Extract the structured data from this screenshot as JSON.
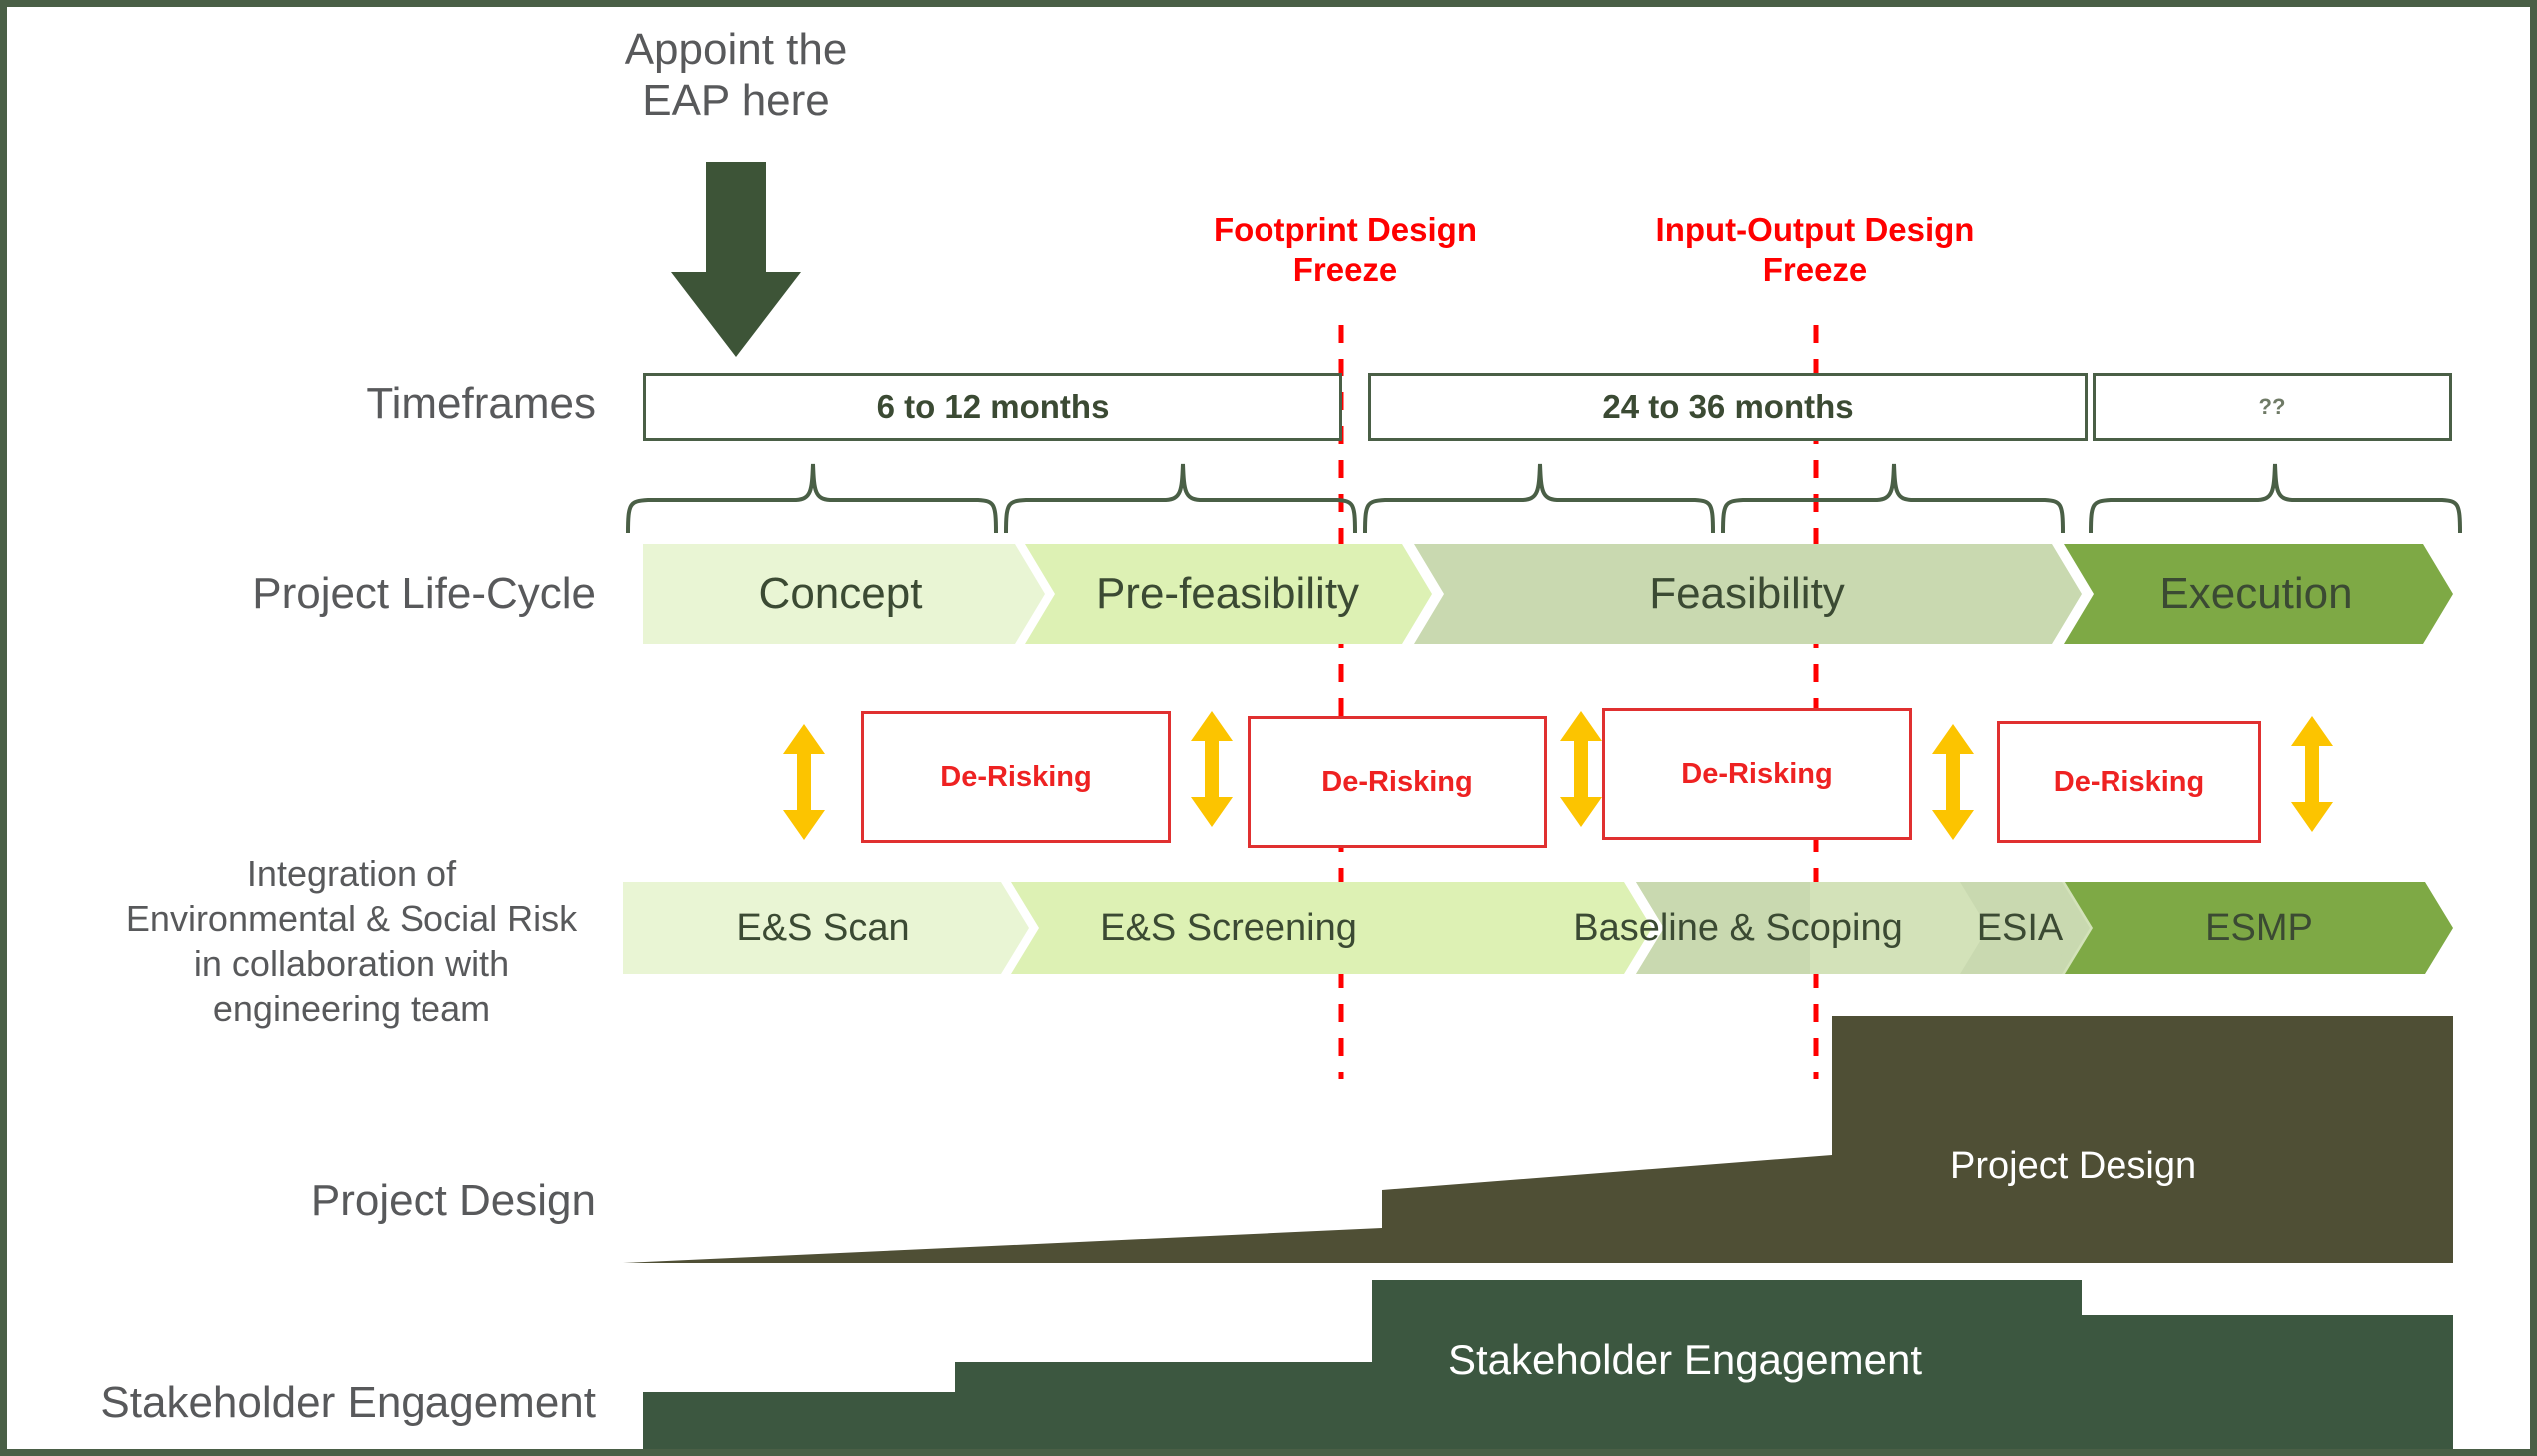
{
  "colors": {
    "border": "#4a5f46",
    "label_text": "#58595b",
    "freeze_red": "#ff0000",
    "derisk_red": "#ee2222",
    "derisk_border": "#e03030",
    "arrow_yellow": "#fcc400",
    "arrow_dark": "#3d5437",
    "phase_1": "#e9f5d4",
    "phase_2": "#ddf1b4",
    "phase_3": "#c9d9b0",
    "phase_4": "#7ea945",
    "es_1": "#e9f5d4",
    "es_2": "#ddf1b4",
    "es_3": "#c9d9b0",
    "es_4": "#d3e2b9",
    "es_5": "#7ea945",
    "project_design_fill": "#4f4f35",
    "stakeholder_fill": "#3c5740",
    "timeframe_text": "#3b4a33"
  },
  "callout": {
    "text": "Appoint the\nEAP here",
    "arrow": "down-arrow-icon"
  },
  "freezes": [
    {
      "label": "Footprint Design\nFreeze",
      "name": "footprint-design-freeze"
    },
    {
      "label": "Input-Output Design\nFreeze",
      "name": "input-output-design-freeze"
    }
  ],
  "rows": {
    "timeframes": {
      "label": "Timeframes",
      "boxes": [
        {
          "label": "6 to 12 months"
        },
        {
          "label": "24 to 36 months"
        },
        {
          "label": "??"
        }
      ]
    },
    "life_cycle": {
      "label": "Project Life-Cycle",
      "phases": [
        {
          "label": "Concept"
        },
        {
          "label": "Pre-feasibility"
        },
        {
          "label": "Feasibility"
        },
        {
          "label": "Execution"
        }
      ]
    },
    "de_risking": {
      "boxes": [
        {
          "label": "De-Risking"
        },
        {
          "label": "De-Risking"
        },
        {
          "label": "De-Risking"
        },
        {
          "label": "De-Risking"
        }
      ],
      "arrow_count": 5
    },
    "es_integration": {
      "label": "Integration of\nEnvironmental & Social Risk\nin collaboration with\nengineering team",
      "phases": [
        {
          "label": "E&S Scan"
        },
        {
          "label": "E&S Screening"
        },
        {
          "label": "Baseline & Scoping"
        },
        {
          "label": "ESIA"
        },
        {
          "label": "ESMP"
        }
      ]
    },
    "project_design": {
      "label": "Project Design",
      "wedge_label": "Project Design"
    },
    "stakeholder_engagement": {
      "label": "Stakeholder Engagement",
      "stair_label": "Stakeholder Engagement"
    }
  }
}
